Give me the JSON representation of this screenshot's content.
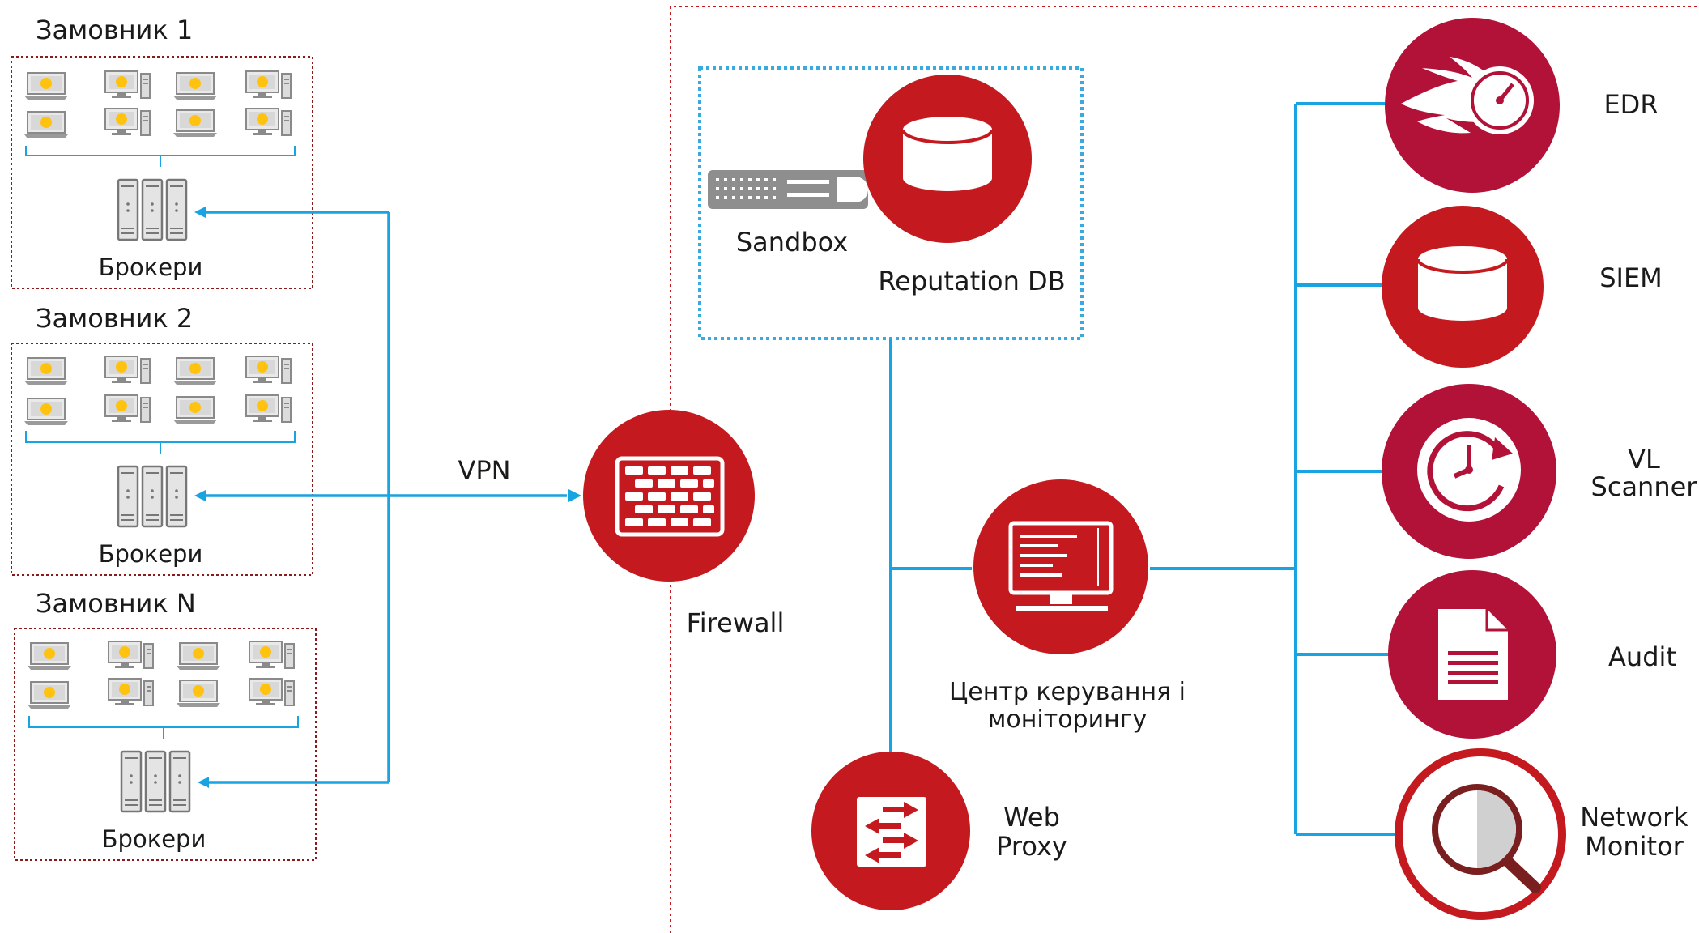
{
  "colors": {
    "link": "#1aa3e1",
    "node_red": "#c41a1f",
    "node_crimson": "#b21238",
    "zone_border": "#8b1a1a",
    "sandbox_border": "#39a9e0"
  },
  "customers": [
    {
      "title": "Замовник 1",
      "brokers": "Брокери"
    },
    {
      "title": "Замовник 2",
      "brokers": "Брокери"
    },
    {
      "title": "Замовник N",
      "brokers": "Брокери"
    }
  ],
  "vpn_label": "VPN",
  "firewall": {
    "label": "Firewall",
    "icon": "brick-wall-icon"
  },
  "sandbox": {
    "label": "Sandbox",
    "icon": "server-rack-icon"
  },
  "reputation_db": {
    "label": "Reputation DB",
    "icon": "database-icon"
  },
  "control_center": {
    "line1": "Центр керування і",
    "line2": "моніторингу",
    "icon": "monitor-icon"
  },
  "web_proxy": {
    "line1": "Web",
    "line2": "Proxy",
    "icon": "switch-arrows-icon"
  },
  "services": [
    {
      "label": "EDR",
      "icon": "speedometer-flame-icon"
    },
    {
      "label": "SIEM",
      "icon": "database-icon"
    },
    {
      "line1": "VL",
      "line2": "Scanner",
      "icon": "clock-refresh-icon"
    },
    {
      "label": "Audit",
      "icon": "document-icon"
    },
    {
      "line1": "Network",
      "line2": "Monitor",
      "icon": "magnifier-icon"
    }
  ]
}
